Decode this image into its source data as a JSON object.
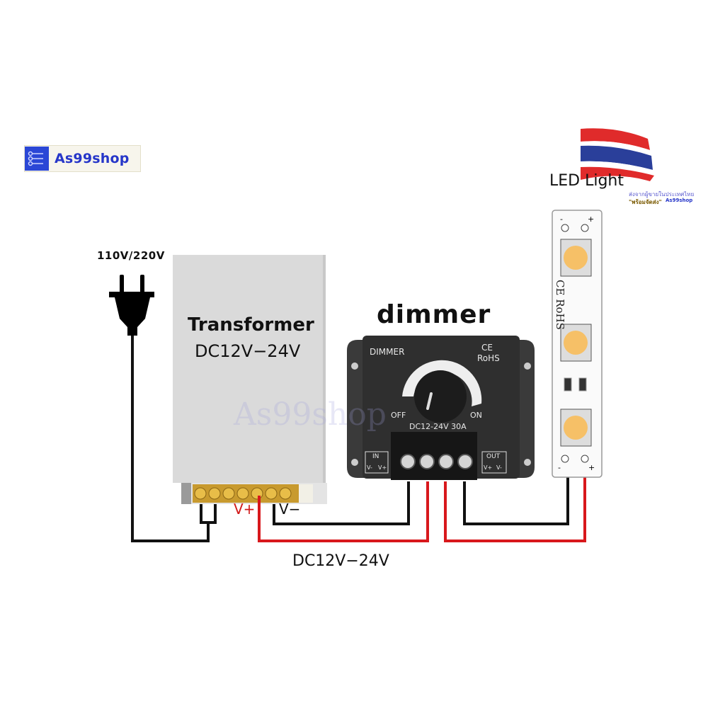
{
  "brand": {
    "name": "As99shop",
    "mark_color": "#2b47d6",
    "text_color": "#2636c9"
  },
  "labels": {
    "mains_voltage": "110V/220V",
    "transformer_title": "Transformer",
    "transformer_voltage": "DC12V−24V",
    "dimmer_title": "dimmer",
    "output_voltage": "DC12V−24V",
    "v_plus": "V+",
    "v_minus": "V−",
    "led_label": "LED Light"
  },
  "dimmer_device": {
    "brand_label": "DIMMER",
    "certs": [
      "CE",
      "RoHS"
    ],
    "off_label": "OFF",
    "on_label": "ON",
    "rating": "DC12-24V 30A",
    "in_label": "IN",
    "in_terminals": [
      "V-",
      "V+"
    ],
    "out_label": "OUT",
    "out_terminals": [
      "V+",
      "V-"
    ]
  },
  "led_strip": {
    "cert_text": "CE RoHS",
    "top_polarity": [
      "-",
      "+"
    ],
    "bottom_polarity": [
      "-",
      "+"
    ]
  },
  "badge": {
    "thai_line1": "ส่งจากผู้ขายในประเทศไทย",
    "thai_line2": "\"พร้อมจัดส่ง\"",
    "shop": "As99shop"
  },
  "watermark": "As99shop",
  "colors": {
    "wire_positive": "#d8181c",
    "wire_negative": "#111111",
    "transformer_body": "#d9d9d9",
    "dimmer_body": "#2d2d2d",
    "led_color": "#f6c067"
  }
}
